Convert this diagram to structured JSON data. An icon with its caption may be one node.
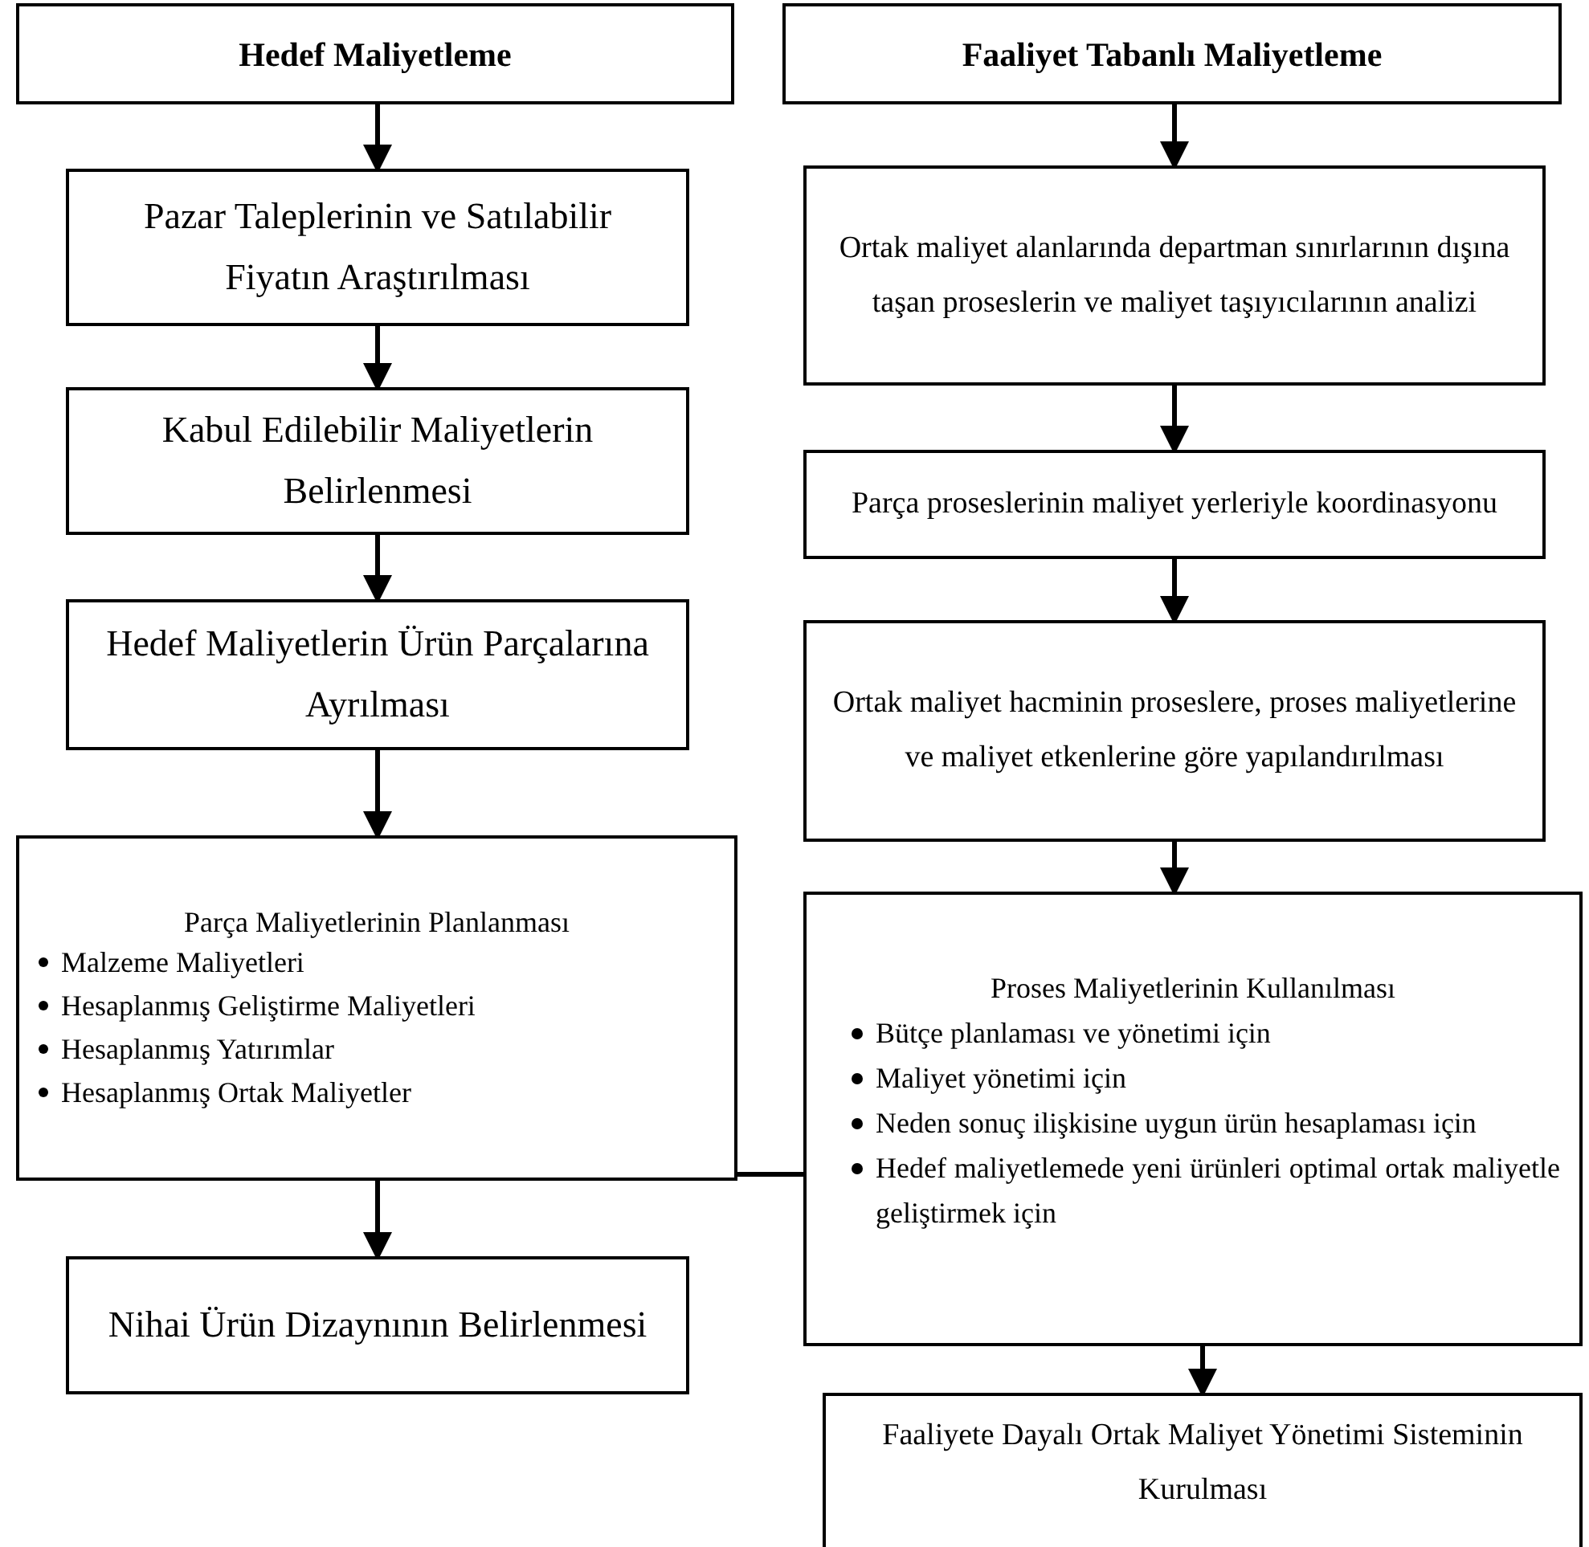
{
  "diagram": {
    "nodes": [
      {
        "text": [
          "Hedef Maliyetleme"
        ]
      },
      {
        "text": [
          "Pazar Taleplerinin ve Satılabilir Fiyatın Araştırılması"
        ]
      },
      {
        "text": [
          "Kabul Edilebilir Maliyetlerin Belirlenmesi"
        ]
      },
      {
        "text": [
          "Hedef Maliyetlerin Ürün Parçalarına Ayrılması"
        ]
      },
      {
        "text": [
          "Parça Maliyetlerinin Planlanması",
          "Malzeme Maliyetleri",
          "Hesaplanmış Geliştirme Maliyetleri",
          "Hesaplanmış Yatırımlar",
          "Hesaplanmış Ortak Maliyetler"
        ]
      },
      {
        "text": [
          "Nihai Ürün Dizaynının Belirlenmesi"
        ]
      },
      {
        "text": [
          "Faaliyet Tabanlı Maliyetleme"
        ]
      },
      {
        "text": [
          "Ortak maliyet alanlarında departman sınırlarının dışına taşan proseslerin ve maliyet taşıyıcılarının analizi"
        ]
      },
      {
        "text": [
          "Parça proseslerinin maliyet yerleriyle koordinasyonu"
        ]
      },
      {
        "text": [
          "Ortak maliyet hacminin proseslere, proses maliyetlerine ve maliyet etkenlerine göre yapılandırılması"
        ]
      },
      {
        "text": [
          "Proses Maliyetlerinin Kullanılması",
          "Bütçe planlaması ve yönetimi için",
          "Maliyet yönetimi için",
          "Neden sonuç ilişkisine uygun ürün hesaplaması için",
          "Hedef maliyetlemede yeni ürünleri optimal ortak maliyetle geliştirmek için"
        ]
      },
      {
        "text": [
          "Faaliyete Dayalı Ortak Maliyet Yönetimi Sisteminin Kurulması"
        ]
      }
    ],
    "edges": [
      {
        "from": 0,
        "to": 1,
        "arrow": "to"
      },
      {
        "from": 1,
        "to": 2,
        "arrow": "to"
      },
      {
        "from": 2,
        "to": 3,
        "arrow": "to"
      },
      {
        "from": 3,
        "to": 4,
        "arrow": "to"
      },
      {
        "from": 4,
        "to": 5,
        "arrow": "to"
      },
      {
        "from": 6,
        "to": 7,
        "arrow": "to"
      },
      {
        "from": 7,
        "to": 8,
        "arrow": "to"
      },
      {
        "from": 8,
        "to": 9,
        "arrow": "to"
      },
      {
        "from": 9,
        "to": 10,
        "arrow": "to"
      },
      {
        "from": 10,
        "to": 11,
        "arrow": "to"
      },
      {
        "from": 4,
        "to": 10,
        "arrow": "none"
      }
    ]
  }
}
